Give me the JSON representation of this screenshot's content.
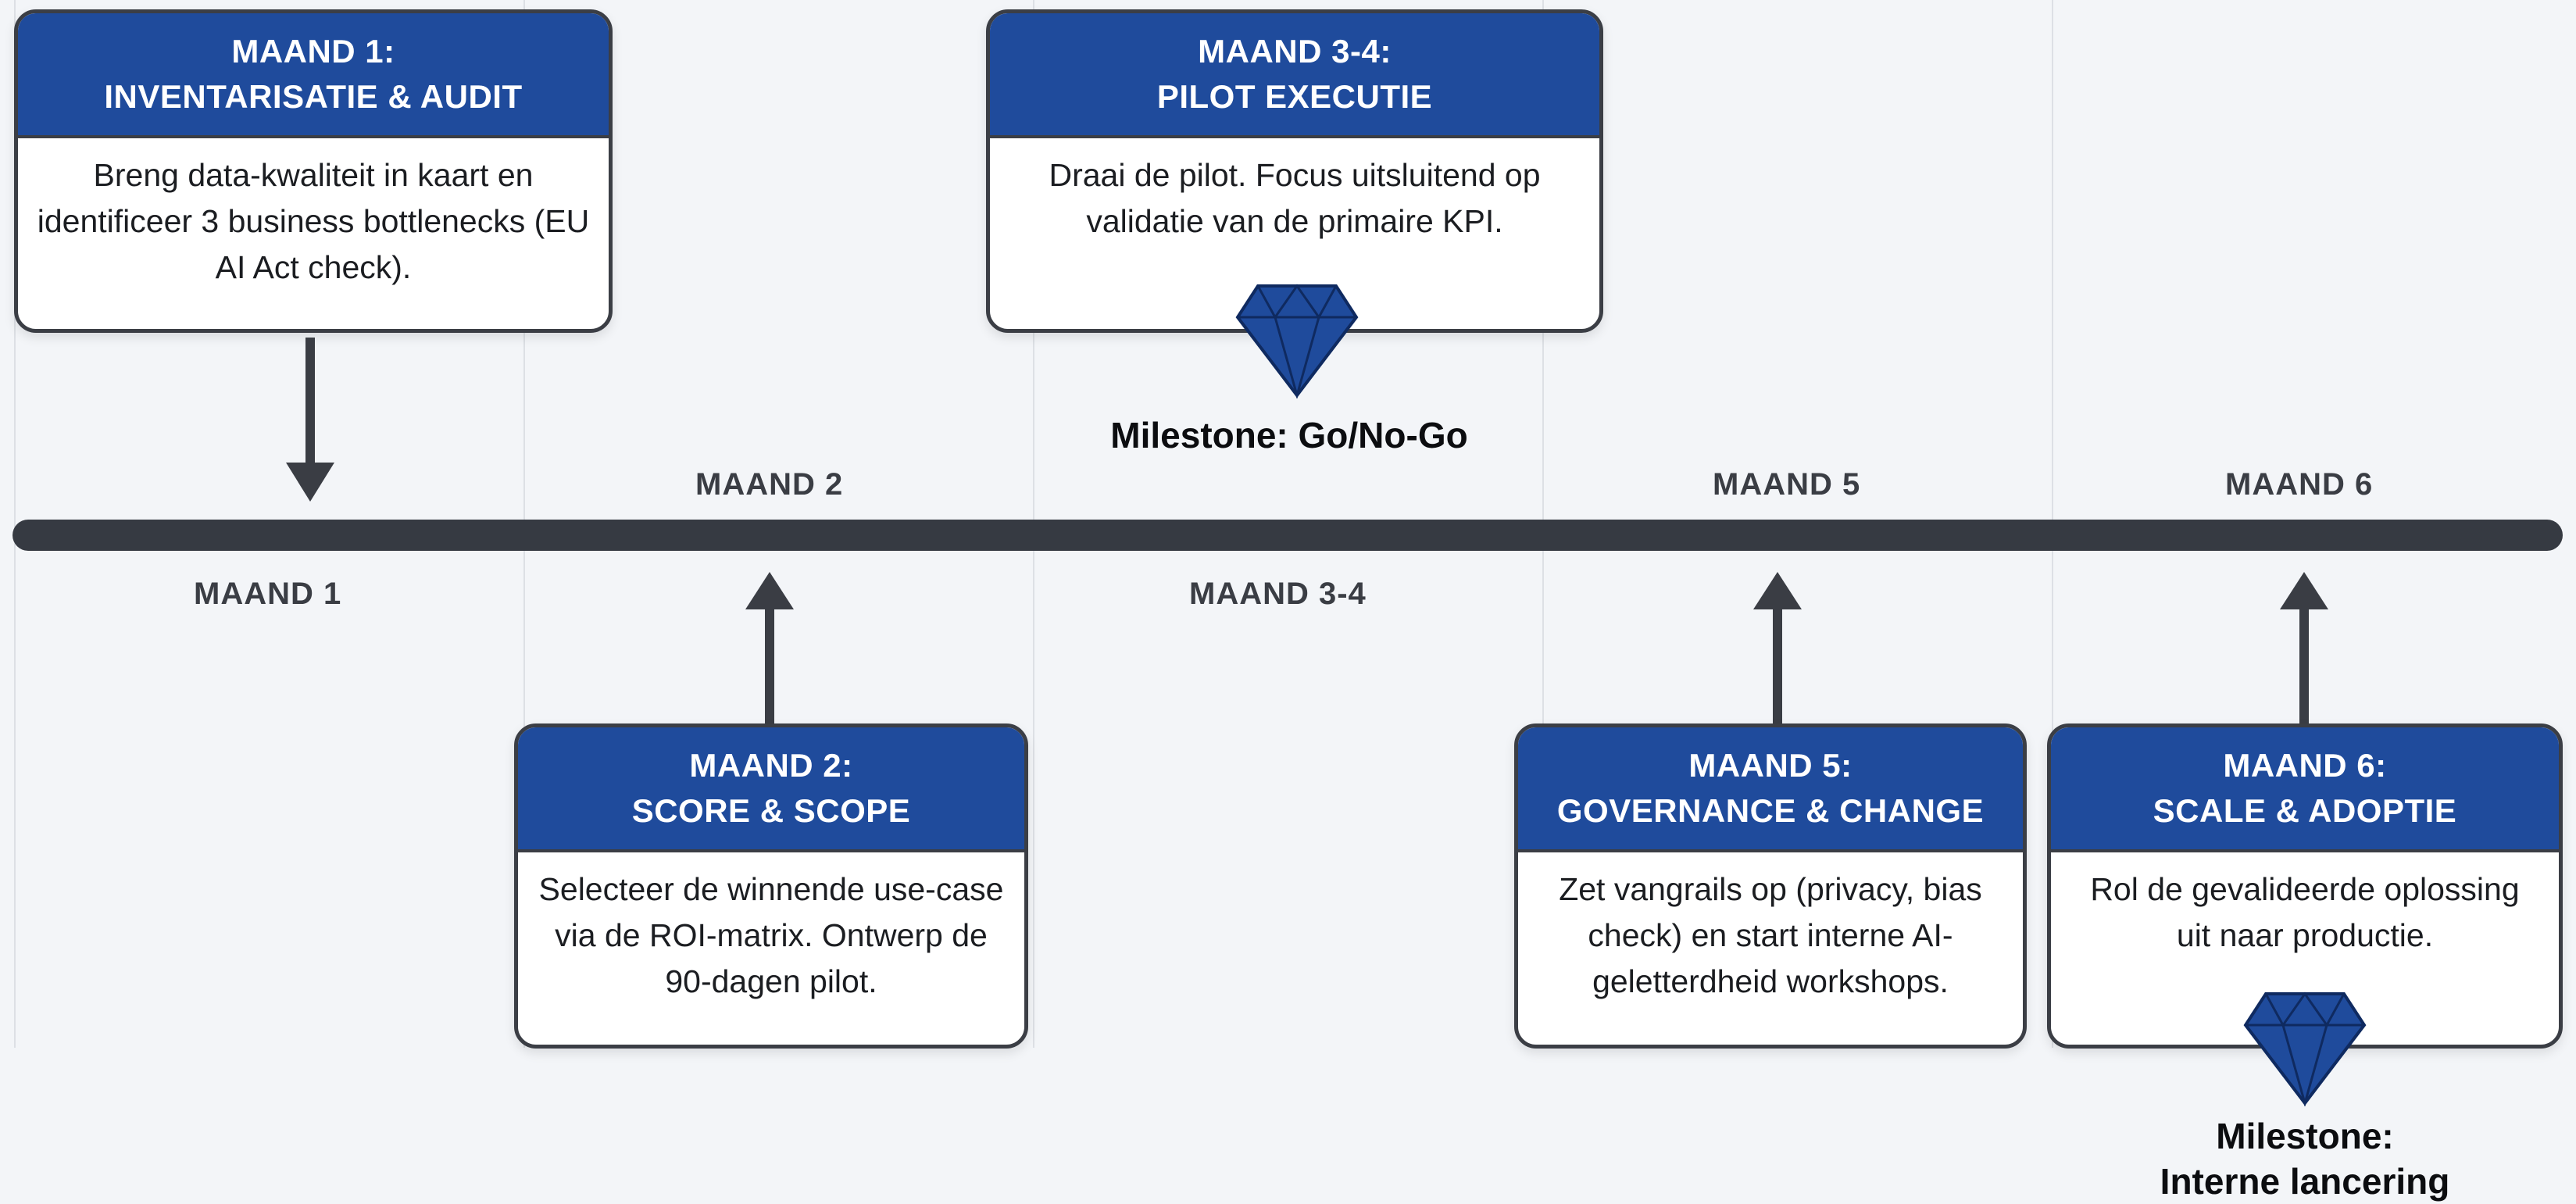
{
  "timeline_labels": {
    "month1": "MAAND 1",
    "month2": "MAAND 2",
    "month34": "MAAND 3-4",
    "month5": "MAAND 5",
    "month6": "MAAND 6"
  },
  "cards": {
    "month1": {
      "title_line1": "MAAND 1:",
      "title_line2": "INVENTARISATIE & AUDIT",
      "body": "Breng data-kwaliteit in kaart en identificeer 3 business bottlenecks (EU AI Act check)."
    },
    "month2": {
      "title_line1": "MAAND 2:",
      "title_line2": "SCORE & SCOPE",
      "body": "Selecteer de winnende use-case via de ROI-matrix. Ontwerp de 90-dagen pilot."
    },
    "month34": {
      "title_line1": "MAAND 3-4:",
      "title_line2": "PILOT EXECUTIE",
      "body": "Draai de pilot. Focus uitsluitend op validatie van de primaire KPI."
    },
    "month5": {
      "title_line1": "MAAND 5:",
      "title_line2": "GOVERNANCE & CHANGE",
      "body": "Zet vangrails op (privacy, bias check) en start interne AI-geletterdheid workshops."
    },
    "month6": {
      "title_line1": "MAAND 6:",
      "title_line2": "SCALE & ADOPTIE",
      "body": "Rol de gevalideerde oplossing uit naar productie."
    }
  },
  "milestones": {
    "go_no_go": "Milestone: Go/No-Go",
    "launch_line1": "Milestone:",
    "launch_line2": "Interne lancering"
  },
  "colors": {
    "header_blue": "#1f4b9c",
    "timeline": "#363a42",
    "diamond": "#1f4b9c",
    "background": "#f3f5f8"
  },
  "icons": [
    "diamond-icon",
    "arrow-down-icon",
    "arrow-up-icon"
  ]
}
